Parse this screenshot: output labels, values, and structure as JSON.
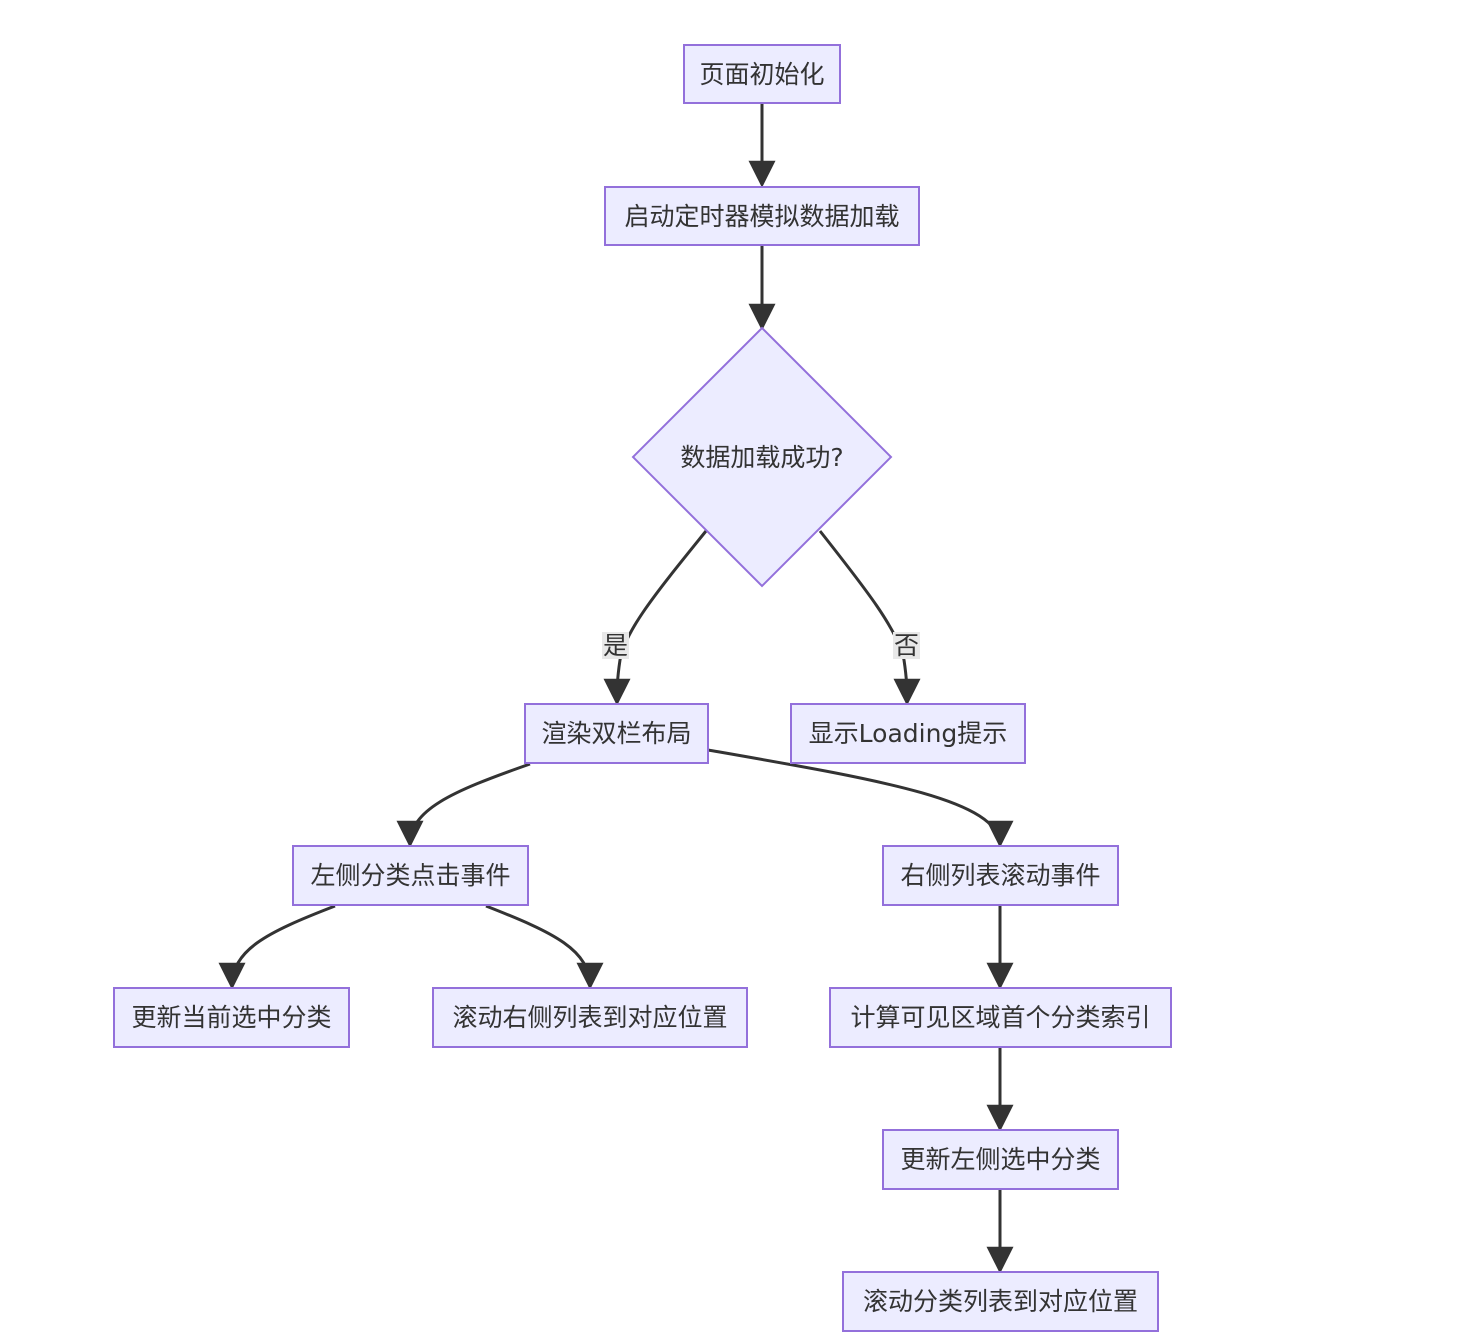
{
  "nodes": {
    "init": "页面初始化",
    "timer": "启动定时器模拟数据加载",
    "decision": "数据加载成功?",
    "render": "渲染双栏布局",
    "loading": "显示Loading提示",
    "left_click": "左侧分类点击事件",
    "right_scroll": "右侧列表滚动事件",
    "update_current": "更新当前选中分类",
    "scroll_right": "滚动右侧列表到对应位置",
    "compute_index": "计算可见区域首个分类索引",
    "update_left": "更新左侧选中分类",
    "scroll_category": "滚动分类列表到对应位置"
  },
  "edges": {
    "yes": "是",
    "no": "否"
  },
  "colors": {
    "node_fill": "#ececff",
    "node_border": "#9370db",
    "edge": "#333333",
    "label_bg": "#e8e8e8"
  }
}
